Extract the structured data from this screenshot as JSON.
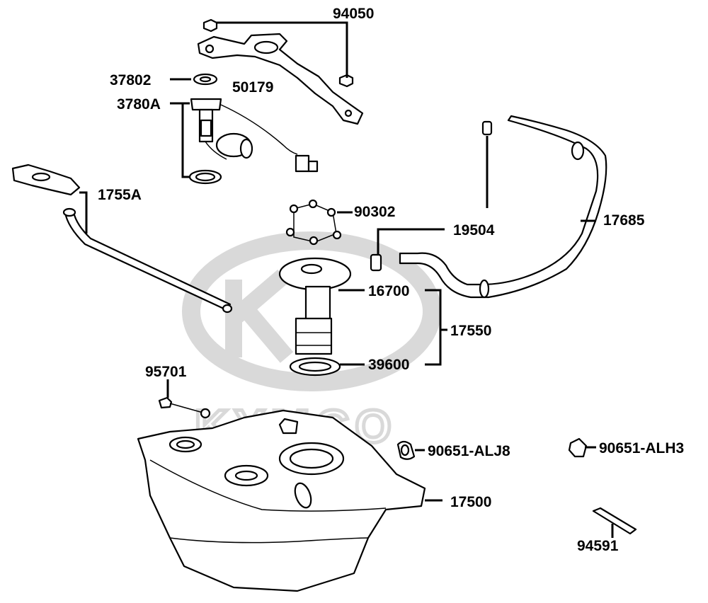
{
  "diagram": {
    "watermark": {
      "brand": "KYMCO"
    },
    "colors": {
      "ink": "#000000",
      "paper": "#ffffff",
      "watermark": "#d9d9d9"
    },
    "callouts": {
      "bracket_stay": "94050",
      "tank_seal": "37802",
      "fuel_unit": "3780A",
      "fuel_unit_gasket": "50179",
      "tube_1755A": "1755A",
      "screws": "90302",
      "hose_clamp": "19504",
      "hose_17685": "17685",
      "pump_assy": "16700",
      "pump_set": "17550",
      "pump_gasket": "39600",
      "bolt": "95701",
      "clip_alj8": "90651-ALJ8",
      "clip_alh3": "90651-ALH3",
      "fuel_tank": "17500",
      "band": "94591"
    }
  }
}
